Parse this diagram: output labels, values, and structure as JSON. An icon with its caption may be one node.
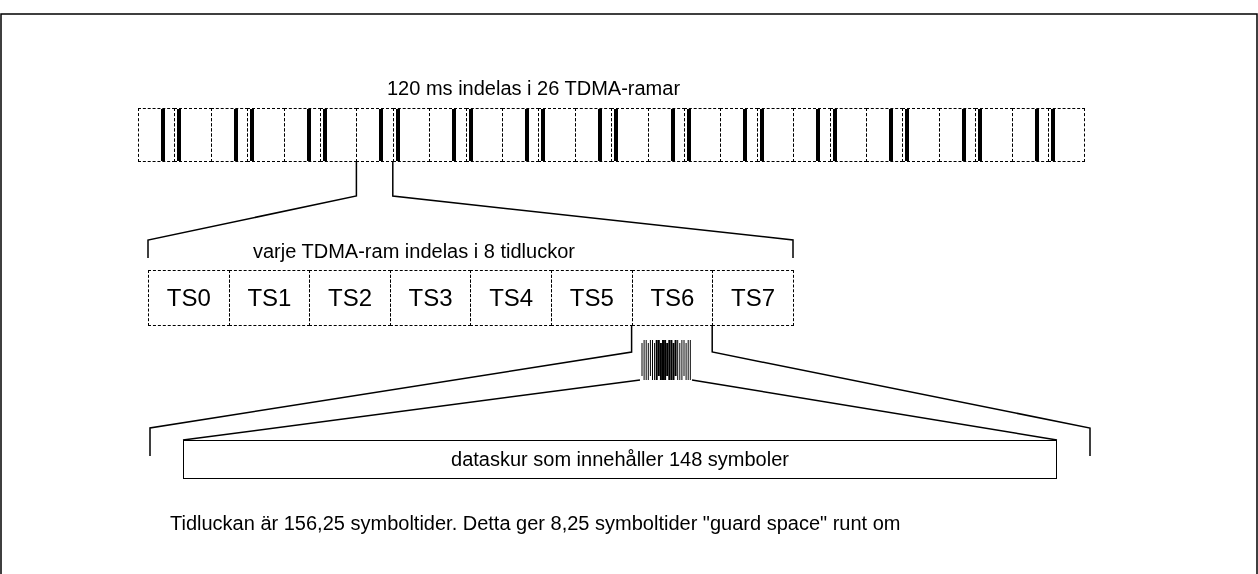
{
  "diagram": {
    "nodes": [
      {
        "text": [],
        "shape": "box"
      },
      {
        "text": [],
        "shape": "box"
      },
      {
        "text": [],
        "shape": "box"
      },
      {
        "text": [],
        "shape": "box"
      },
      {
        "text": [],
        "shape": "box"
      },
      {
        "text": [],
        "shape": "box"
      },
      {
        "text": [],
        "shape": "box"
      },
      {
        "text": [],
        "shape": "box"
      },
      {
        "text": [],
        "shape": "box"
      },
      {
        "text": [],
        "shape": "box"
      },
      {
        "text": [],
        "shape": "box"
      },
      {
        "text": [],
        "shape": "box"
      },
      {
        "text": [],
        "shape": "box"
      },
      {
        "text": [],
        "shape": "box"
      },
      {
        "text": [],
        "shape": "box"
      },
      {
        "text": [],
        "shape": "box"
      },
      {
        "text": [],
        "shape": "box"
      },
      {
        "text": [],
        "shape": "box"
      },
      {
        "text": [],
        "shape": "box"
      },
      {
        "text": [],
        "shape": "box"
      },
      {
        "text": [],
        "shape": "box"
      },
      {
        "text": [],
        "shape": "box"
      },
      {
        "text": [],
        "shape": "box"
      },
      {
        "text": [],
        "shape": "box"
      },
      {
        "text": [],
        "shape": "box"
      },
      {
        "text": [],
        "shape": "box"
      },
      {
        "text": [
          "TS0"
        ]
      },
      {
        "text": [
          "TS1"
        ]
      },
      {
        "text": [
          "TS2"
        ]
      },
      {
        "text": [
          "TS3"
        ]
      },
      {
        "text": [
          "TS4"
        ]
      },
      {
        "text": [
          "TS5"
        ]
      },
      {
        "text": [
          "TS6"
        ]
      },
      {
        "text": [
          "TS7"
        ]
      },
      {
        "text": [
          "dataskur som innehåller 148 symboler"
        ]
      }
    ],
    "labels": [
      "120 ms indelas i 26 TDMA-ramar",
      "varje TDMA-ram indelas i 8 tidluckor",
      "Tidluckan är 156,25 symboltider. Detta ger 8,25 symboltider \"guard space\" runt om"
    ]
  }
}
